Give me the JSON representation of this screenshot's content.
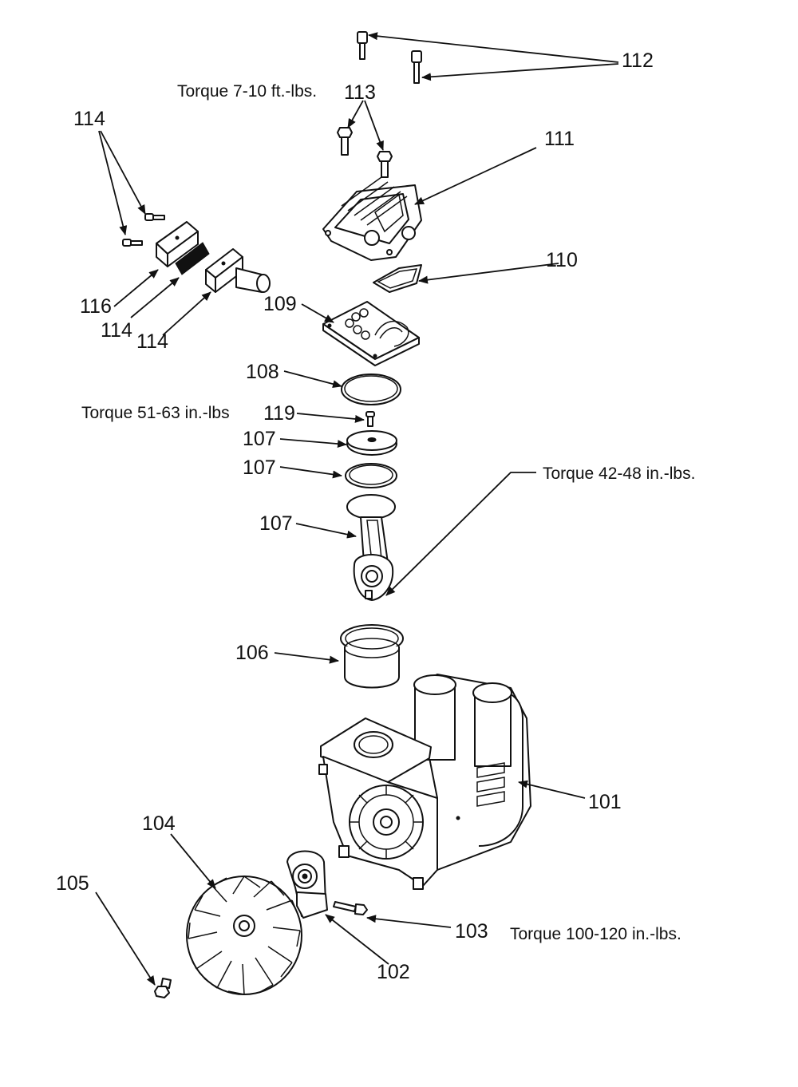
{
  "diagram": {
    "labels": {
      "p101": "101",
      "p102": "102",
      "p103": "103",
      "p104": "104",
      "p105": "105",
      "p106": "106",
      "p107a": "107",
      "p107b": "107",
      "p107c": "107",
      "p108": "108",
      "p109": "109",
      "p110": "110",
      "p111": "111",
      "p112": "112",
      "p113": "113",
      "p114a": "114",
      "p114b": "114",
      "p114c": "114",
      "p116": "116",
      "p119": "119"
    },
    "torque_notes": {
      "head_bolts": "Torque  7-10 ft.-lbs.",
      "piston_screw": "Torque  51-63 in.-lbs",
      "connecting_rod": "Torque  42-48 in.-lbs.",
      "eccentric_bolt": "Torque 100-120 in.-lbs."
    }
  }
}
